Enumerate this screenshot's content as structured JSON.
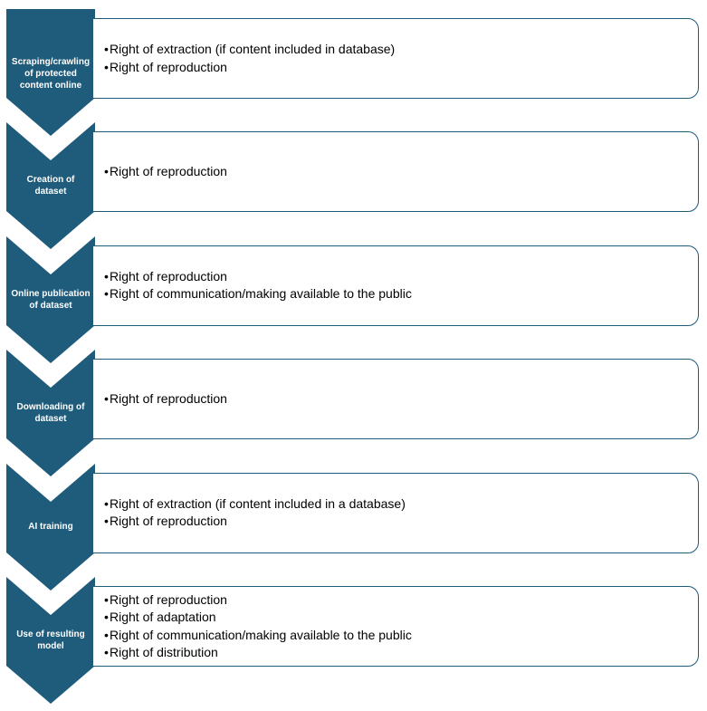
{
  "colors": {
    "arrow_fill": "#1f5b7a",
    "box_border": "#1f5b7a",
    "arrow_text": "#ffffff",
    "box_text": "#000000"
  },
  "steps": [
    {
      "label_lines": [
        "Scraping/crawling",
        "of protected",
        "content online"
      ],
      "rights": [
        "Right of extraction (if content included in database)",
        "Right of reproduction"
      ]
    },
    {
      "label_lines": [
        "Creation of",
        "dataset"
      ],
      "rights": [
        "Right of reproduction"
      ]
    },
    {
      "label_lines": [
        "Online publication",
        "of dataset"
      ],
      "rights": [
        "Right of reproduction",
        "Right of communication/making available to the public"
      ]
    },
    {
      "label_lines": [
        "Downloading of",
        "dataset"
      ],
      "rights": [
        "Right of reproduction"
      ]
    },
    {
      "label_lines": [
        "AI training"
      ],
      "rights": [
        "Right of extraction (if content included in a database)",
        "Right of reproduction"
      ]
    },
    {
      "label_lines": [
        "Use of resulting",
        "model"
      ],
      "rights": [
        "Right of reproduction",
        "Right of adaptation",
        "Right of communication/making available to the public",
        "Right of distribution"
      ]
    }
  ]
}
